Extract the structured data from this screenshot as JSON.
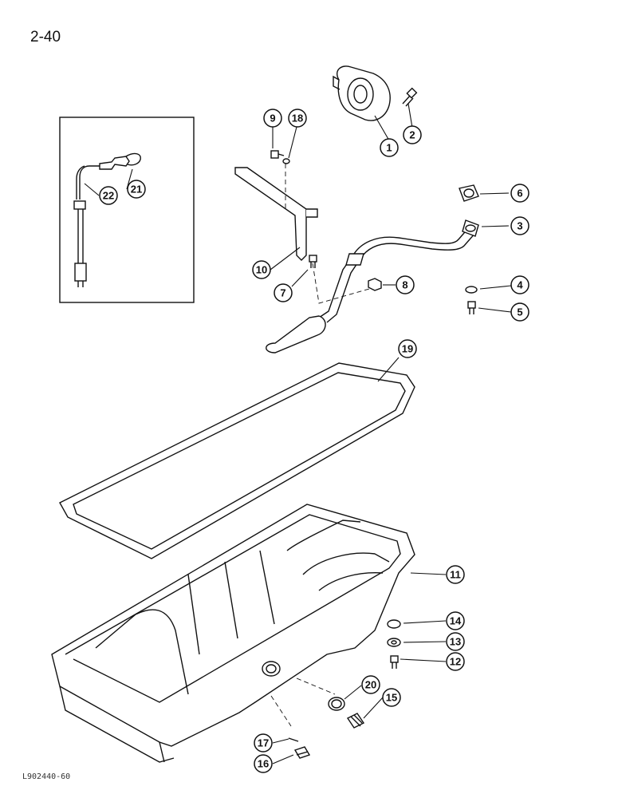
{
  "page": {
    "number": "2-40",
    "figure_code": "L902440-60"
  },
  "callouts": [
    {
      "id": "c1",
      "label": "1"
    },
    {
      "id": "c2",
      "label": "2"
    },
    {
      "id": "c3",
      "label": "3"
    },
    {
      "id": "c4",
      "label": "4"
    },
    {
      "id": "c5",
      "label": "5"
    },
    {
      "id": "c6",
      "label": "6"
    },
    {
      "id": "c7",
      "label": "7"
    },
    {
      "id": "c8",
      "label": "8"
    },
    {
      "id": "c9",
      "label": "9"
    },
    {
      "id": "c10",
      "label": "10"
    },
    {
      "id": "c11",
      "label": "11"
    },
    {
      "id": "c12",
      "label": "12"
    },
    {
      "id": "c13",
      "label": "13"
    },
    {
      "id": "c14",
      "label": "14"
    },
    {
      "id": "c15",
      "label": "15"
    },
    {
      "id": "c16",
      "label": "16"
    },
    {
      "id": "c17",
      "label": "17"
    },
    {
      "id": "c18",
      "label": "18"
    },
    {
      "id": "c19",
      "label": "19"
    },
    {
      "id": "c20",
      "label": "20"
    },
    {
      "id": "c21",
      "label": "21"
    },
    {
      "id": "c22",
      "label": "22"
    }
  ]
}
